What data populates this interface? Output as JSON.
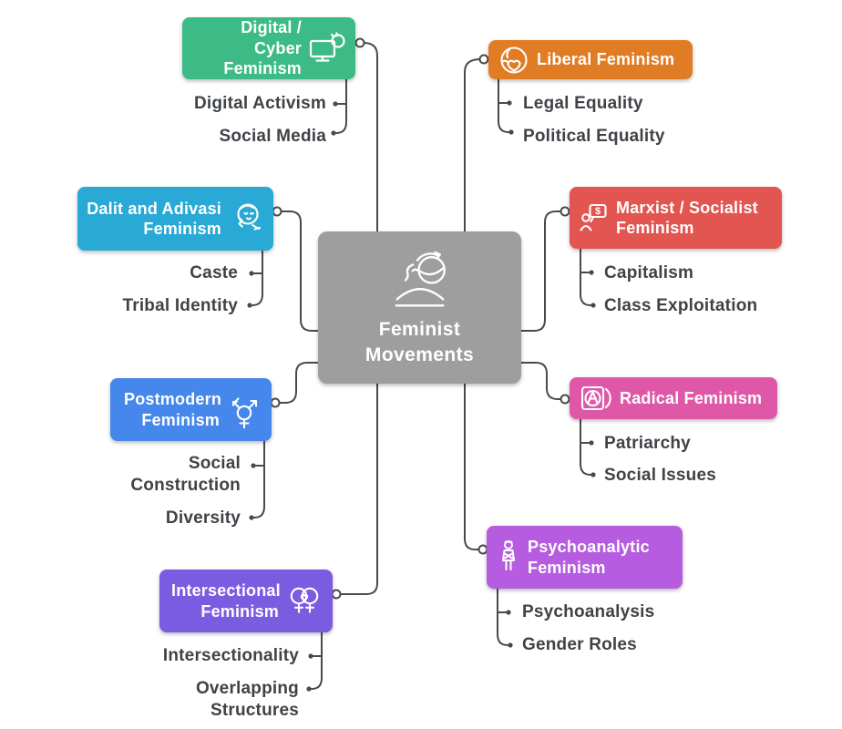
{
  "diagram": {
    "type": "mindmap",
    "background": "#ffffff",
    "line_color": "#4a4a4a",
    "leaf_text_color": "#3f4347"
  },
  "center": {
    "title": "Feminist Movements",
    "color": "#9e9e9e",
    "icon": "person-globe-icon"
  },
  "branches": [
    {
      "id": "digital",
      "title": "Digital / Cyber Feminism",
      "color": "#3dbb86",
      "icon": "monitor-icon",
      "side": "left",
      "children": [
        "Digital Activism",
        "Social Media"
      ]
    },
    {
      "id": "liberal",
      "title": "Liberal Feminism",
      "color": "#e07c24",
      "icon": "globe-heart-icon",
      "side": "right",
      "children": [
        "Legal Equality",
        "Political Equality"
      ]
    },
    {
      "id": "dalit",
      "title": "Dalit and Adivasi Feminism",
      "color": "#29a9d6",
      "icon": "woman-face-icon",
      "side": "left",
      "children": [
        "Caste",
        "Tribal Identity"
      ]
    },
    {
      "id": "marxist",
      "title": "Marxist / Socialist Feminism",
      "color": "#e25551",
      "icon": "person-dollar-bubble-icon",
      "side": "right",
      "children": [
        "Capitalism",
        "Class Exploitation"
      ]
    },
    {
      "id": "postmodern",
      "title": "Postmodern Feminism",
      "color": "#4687ec",
      "icon": "transgender-symbol-icon",
      "side": "left",
      "children": [
        "Social Construction",
        "Diversity"
      ]
    },
    {
      "id": "radical",
      "title": "Radical Feminism",
      "color": "#df58a7",
      "icon": "anarchy-symbol-icon",
      "side": "right",
      "children": [
        "Patriarchy",
        "Social Issues"
      ]
    },
    {
      "id": "intersectional",
      "title": "Intersectional Feminism",
      "color": "#7a5ce0",
      "icon": "double-female-heart-icon",
      "side": "left",
      "children": [
        "Intersectionality",
        "Overlapping Structures"
      ]
    },
    {
      "id": "psychoanalytic",
      "title": "Psychoanalytic Feminism",
      "color": "#b55ce0",
      "icon": "standing-person-icon",
      "side": "right",
      "children": [
        "Psychoanalysis",
        "Gender Roles"
      ]
    }
  ]
}
